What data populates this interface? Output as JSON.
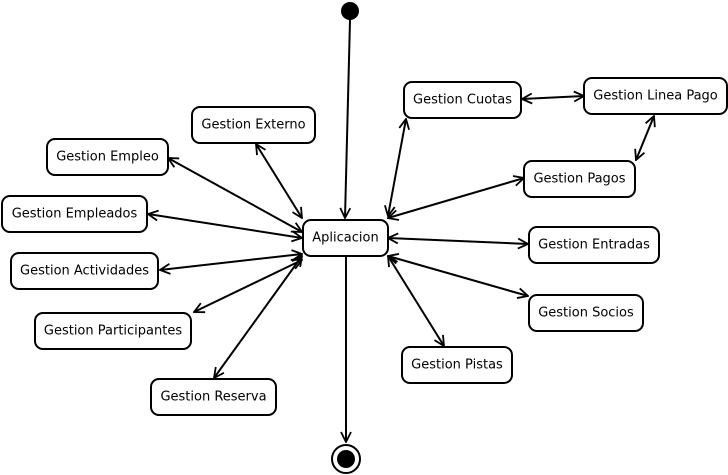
{
  "diagram": {
    "nodes": {
      "aplicacion": "Aplicacion",
      "gestion_externo": "Gestion Externo",
      "gestion_empleo": "Gestion Empleo",
      "gestion_empleados": "Gestion Empleados",
      "gestion_actividades": "Gestion Actividades",
      "gestion_participantes": "Gestion Participantes",
      "gestion_reserva": "Gestion Reserva",
      "gestion_cuotas": "Gestion Cuotas",
      "gestion_linea_pago": "Gestion Linea Pago",
      "gestion_pagos": "Gestion Pagos",
      "gestion_entradas": "Gestion Entradas",
      "gestion_socios": "Gestion Socios",
      "gestion_pistas": "Gestion Pistas"
    },
    "edges": [
      {
        "from": "initial",
        "to": "aplicacion",
        "kind": "one-way"
      },
      {
        "from": "aplicacion",
        "to": "final",
        "kind": "one-way"
      },
      {
        "from": "aplicacion",
        "to": "gestion_externo",
        "kind": "two-way"
      },
      {
        "from": "aplicacion",
        "to": "gestion_empleo",
        "kind": "two-way"
      },
      {
        "from": "aplicacion",
        "to": "gestion_empleados",
        "kind": "two-way"
      },
      {
        "from": "aplicacion",
        "to": "gestion_actividades",
        "kind": "two-way"
      },
      {
        "from": "aplicacion",
        "to": "gestion_participantes",
        "kind": "two-way"
      },
      {
        "from": "aplicacion",
        "to": "gestion_reserva",
        "kind": "two-way"
      },
      {
        "from": "aplicacion",
        "to": "gestion_cuotas",
        "kind": "two-way"
      },
      {
        "from": "aplicacion",
        "to": "gestion_pagos",
        "kind": "two-way"
      },
      {
        "from": "aplicacion",
        "to": "gestion_entradas",
        "kind": "two-way"
      },
      {
        "from": "aplicacion",
        "to": "gestion_socios",
        "kind": "two-way"
      },
      {
        "from": "aplicacion",
        "to": "gestion_pistas",
        "kind": "two-way"
      },
      {
        "from": "gestion_cuotas",
        "to": "gestion_linea_pago",
        "kind": "two-way"
      },
      {
        "from": "gestion_linea_pago",
        "to": "gestion_pagos",
        "kind": "two-way"
      }
    ]
  }
}
